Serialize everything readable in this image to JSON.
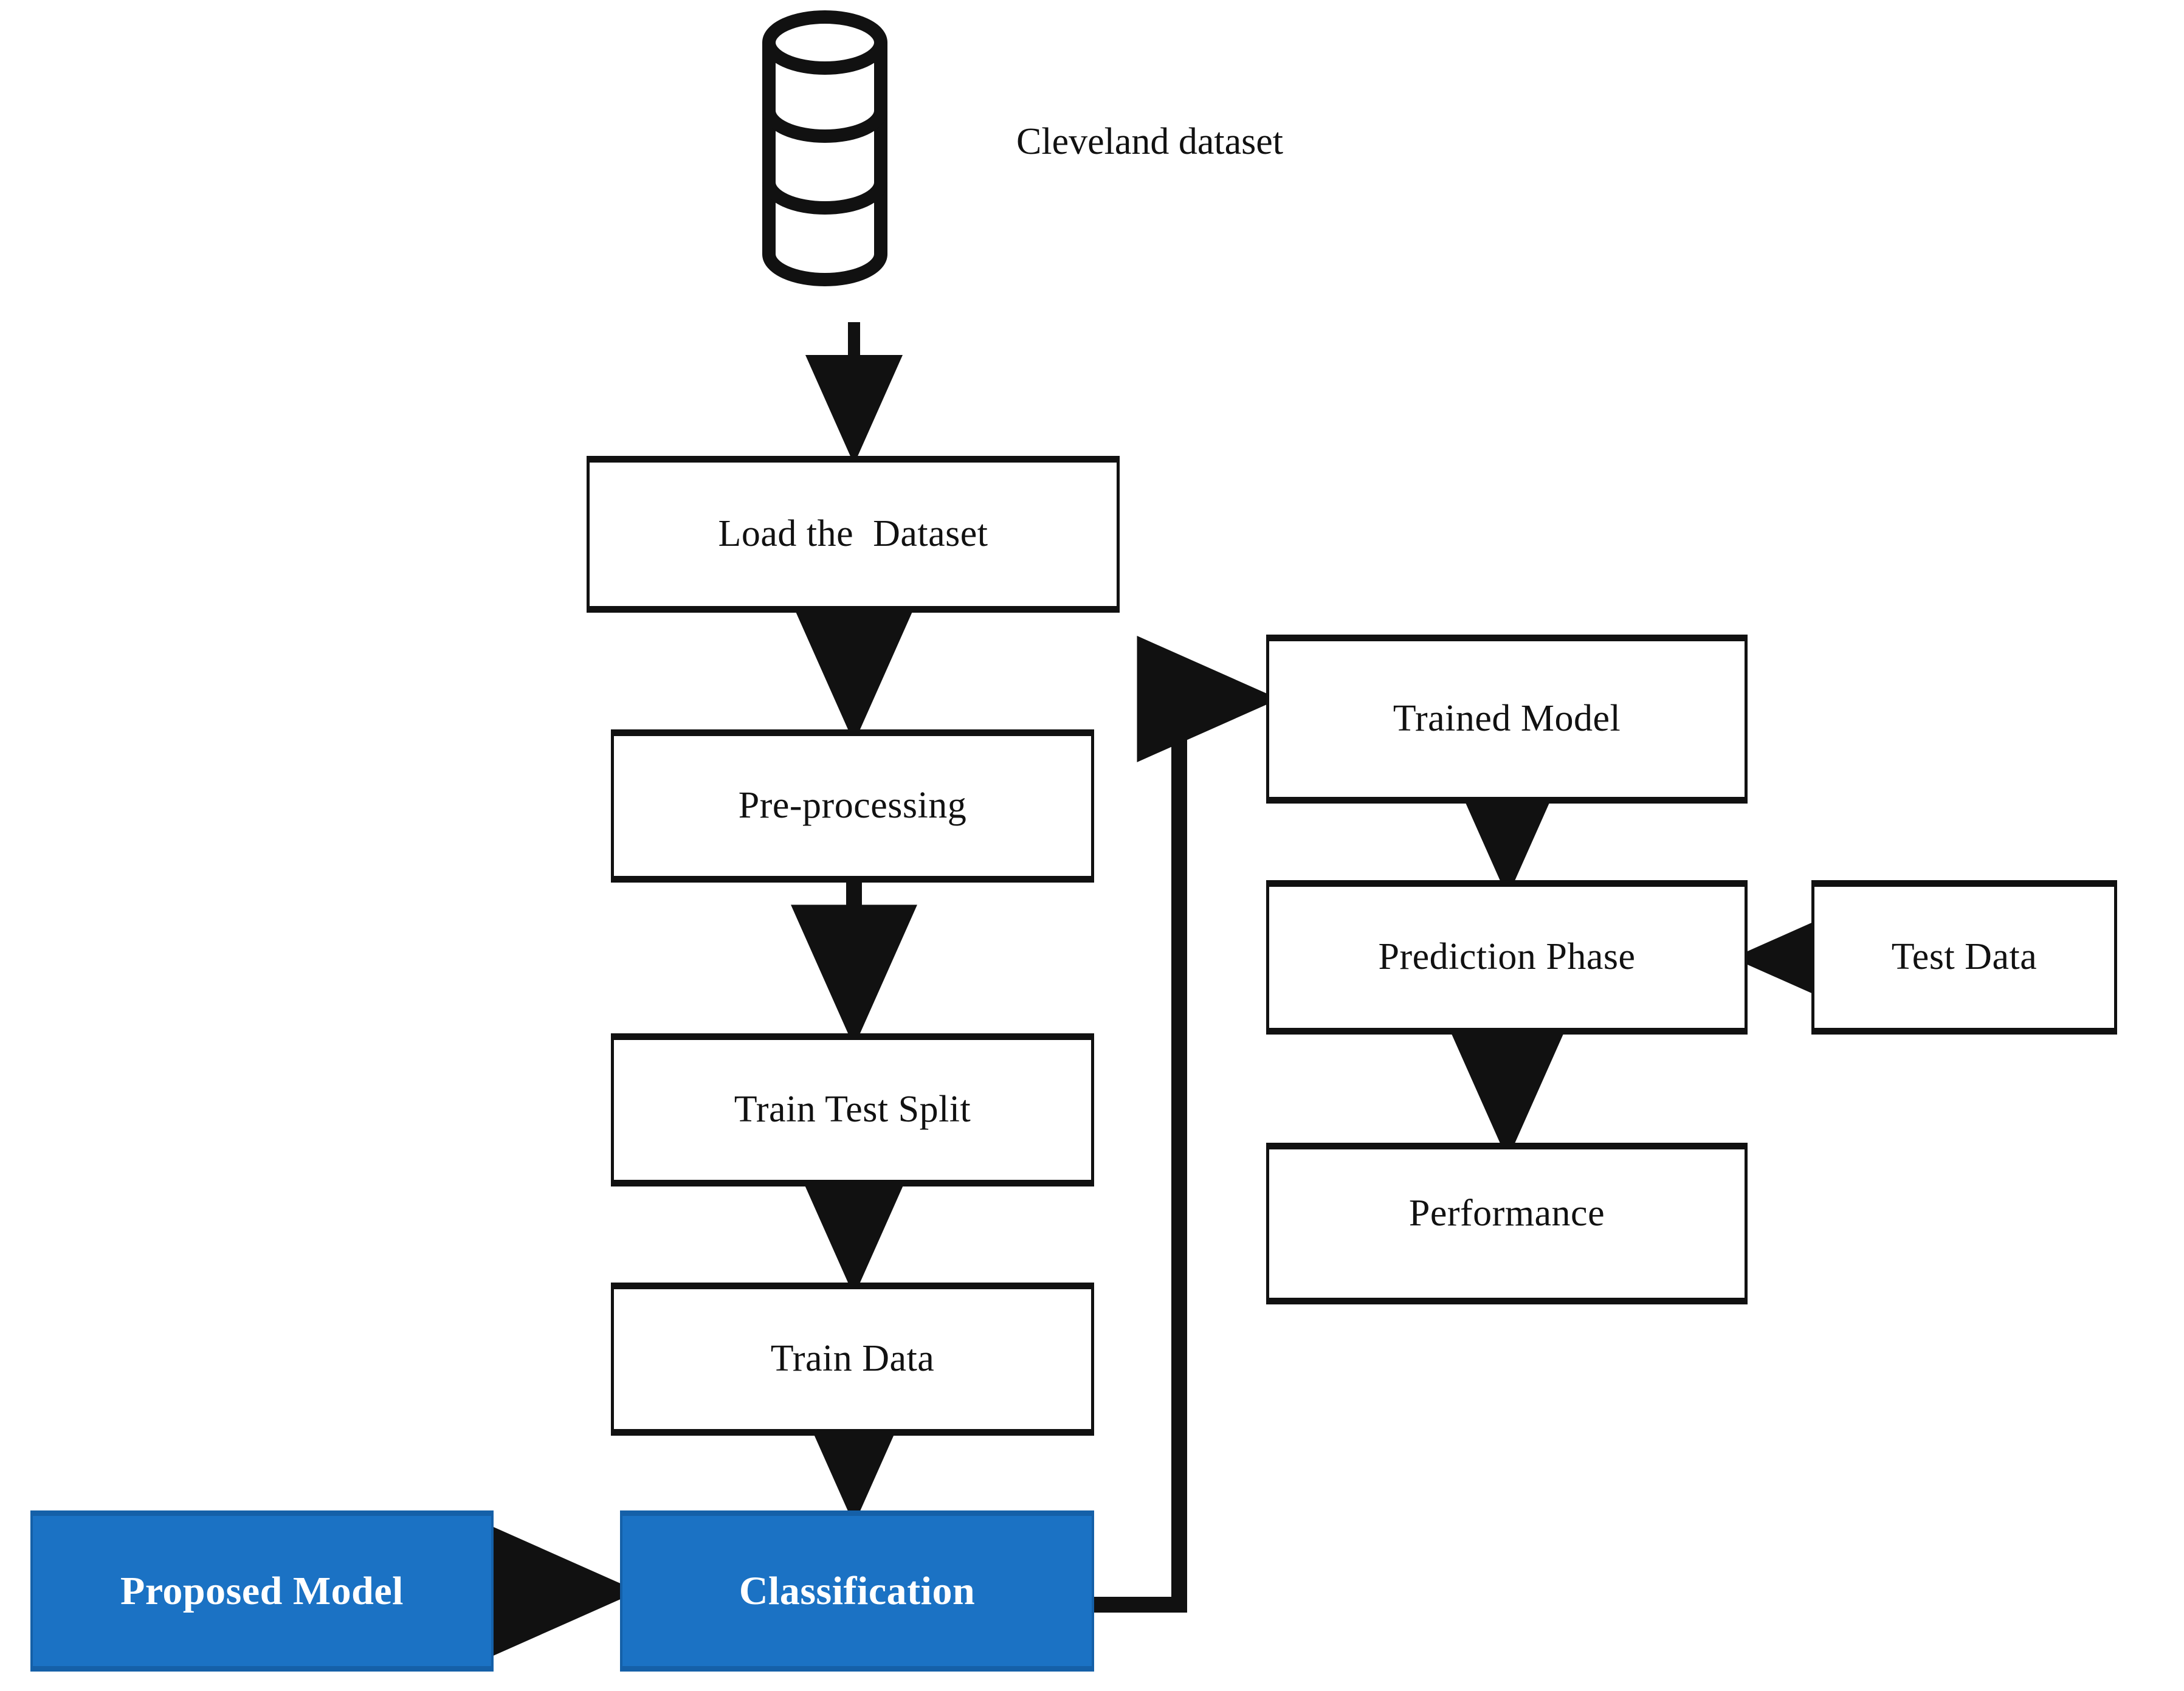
{
  "diagram": {
    "type": "flowchart",
    "title_text": "Cleveland dataset",
    "accent_color": "#1b72c4",
    "accent_edge_color": "#1560a8",
    "line_color": "#111111",
    "background": "#ffffff",
    "source_icon": "database-cylinder-icon",
    "nodes": [
      {
        "id": "cleveland_dataset",
        "label": "Cleveland dataset",
        "shape": "cylinder-label",
        "style": "plain-text"
      },
      {
        "id": "load_dataset",
        "label": "Load the  Dataset",
        "shape": "rect",
        "style": "white"
      },
      {
        "id": "preprocessing",
        "label": "Pre-processing",
        "shape": "rect",
        "style": "white"
      },
      {
        "id": "train_test_split",
        "label": "Train Test Split",
        "shape": "rect",
        "style": "white"
      },
      {
        "id": "train_data",
        "label": "Train Data",
        "shape": "rect",
        "style": "white"
      },
      {
        "id": "proposed_model",
        "label": "Proposed Model",
        "shape": "rect",
        "style": "blue"
      },
      {
        "id": "classification",
        "label": "Classification",
        "shape": "rect",
        "style": "blue"
      },
      {
        "id": "trained_model",
        "label": "Trained Model",
        "shape": "rect",
        "style": "white"
      },
      {
        "id": "prediction_phase",
        "label": "Prediction Phase",
        "shape": "rect",
        "style": "white"
      },
      {
        "id": "test_data",
        "label": "Test Data",
        "shape": "rect",
        "style": "white"
      },
      {
        "id": "performance",
        "label": "Performance",
        "shape": "rect",
        "style": "white"
      }
    ],
    "edges": [
      {
        "from": "cleveland_dataset",
        "to": "load_dataset",
        "direction": "down"
      },
      {
        "from": "load_dataset",
        "to": "preprocessing",
        "direction": "down"
      },
      {
        "from": "preprocessing",
        "to": "train_test_split",
        "direction": "down"
      },
      {
        "from": "train_test_split",
        "to": "train_data",
        "direction": "down"
      },
      {
        "from": "train_data",
        "to": "classification",
        "direction": "down"
      },
      {
        "from": "proposed_model",
        "to": "classification",
        "direction": "right"
      },
      {
        "from": "classification",
        "to": "trained_model",
        "direction": "elbow-right-up"
      },
      {
        "from": "trained_model",
        "to": "prediction_phase",
        "direction": "down"
      },
      {
        "from": "test_data",
        "to": "prediction_phase",
        "direction": "left"
      },
      {
        "from": "prediction_phase",
        "to": "performance",
        "direction": "down"
      }
    ]
  }
}
